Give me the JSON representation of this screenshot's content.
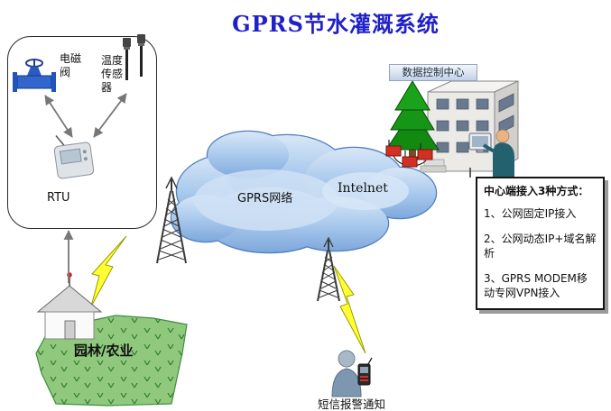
{
  "title": "GPRS节水灌溉系统",
  "device_box": {
    "valve_label": "电磁阀",
    "sensor_label": "温度传感器",
    "rtu_label": "RTU"
  },
  "network": {
    "gprs_label": "GPRS网络",
    "internet_label": "Intelnet"
  },
  "farm_label": "园林/农业",
  "sms_label": "短信报警通知",
  "datacenter_label": "数据控制中心",
  "access_box": {
    "title": "中心端接入3种方式：",
    "items": [
      "1、公网固定IP接入",
      "2、公网动态IP+域名解析",
      "3、GPRS MODEM移动专网VPN接入"
    ]
  },
  "colors": {
    "title_blue": "#2020c8",
    "cloud_blue": "#8fb6e4",
    "lightning_yellow": "#ffff33",
    "grass_green": "#90c87e",
    "modem_red": "#d23022"
  }
}
